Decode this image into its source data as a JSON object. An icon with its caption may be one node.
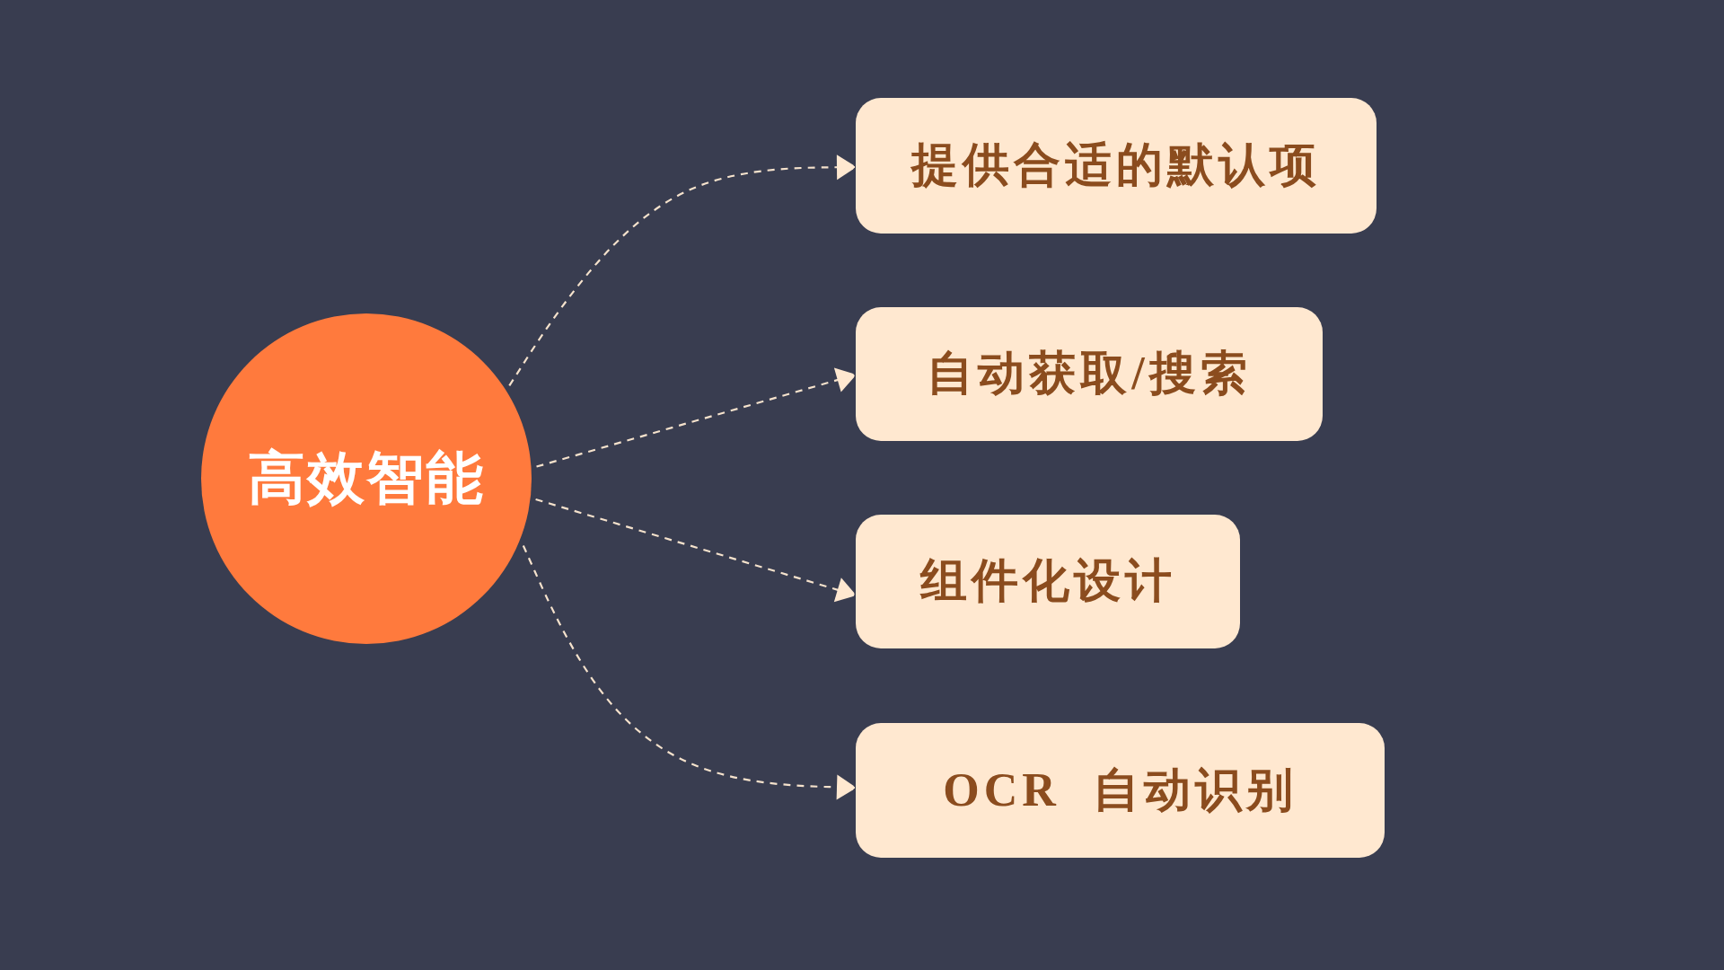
{
  "diagram": {
    "nodes": [
      {
        "text": [
          "高效智能"
        ]
      },
      {
        "text": [
          "提供合适的默认项"
        ]
      },
      {
        "text": [
          "自动获取/搜索"
        ]
      },
      {
        "text": [
          "组件化设计"
        ]
      },
      {
        "text": [
          "OCR 自动识别"
        ]
      }
    ],
    "edges": [
      {
        "from": 0,
        "to": 1,
        "arrow": "to",
        "style": "dashed"
      },
      {
        "from": 0,
        "to": 2,
        "arrow": "to",
        "style": "dashed"
      },
      {
        "from": 0,
        "to": 3,
        "arrow": "to",
        "style": "dashed"
      },
      {
        "from": 0,
        "to": 4,
        "arrow": "to",
        "style": "dashed"
      }
    ]
  }
}
